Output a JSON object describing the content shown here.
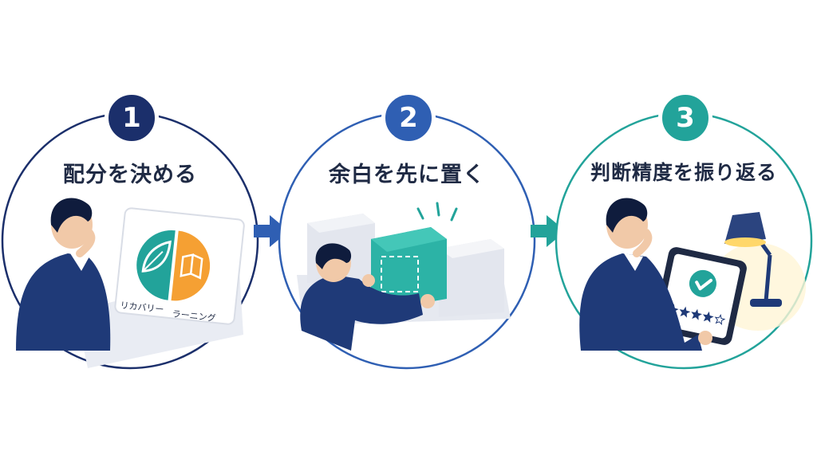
{
  "colors": {
    "navy": "#1b2f6b",
    "blue": "#2f5fb3",
    "teal": "#22a39a",
    "orange": "#f5a033",
    "suit": "#1f3a78"
  },
  "steps": [
    {
      "number": "1",
      "title": "配分を決める",
      "color": "#1b2f6b"
    },
    {
      "number": "2",
      "title": "余白を先に置く",
      "color": "#2f5fb3"
    },
    {
      "number": "3",
      "title": "判断精度を振り返る",
      "color": "#22a39a"
    }
  ],
  "step1": {
    "chart_labels": [
      "リカバリー",
      "ラーニング"
    ],
    "icons": [
      "leaf-icon",
      "book-icon"
    ]
  },
  "step3": {
    "icons": [
      "checkmark-icon",
      "star-icon",
      "desk-lamp-icon"
    ],
    "rating_filled": 4,
    "rating_total": 5
  }
}
